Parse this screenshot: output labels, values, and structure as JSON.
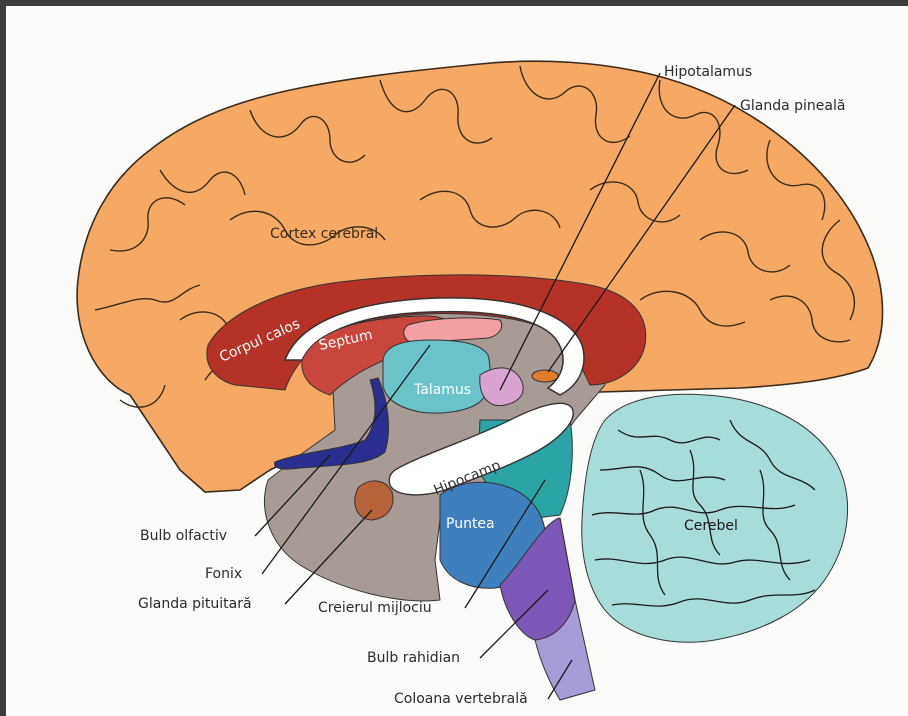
{
  "diagram": {
    "colors": {
      "cortex": "#f6a964",
      "corpus": "#b53326",
      "septum": "#c8463b",
      "gray": "#a89a94",
      "thalamus": "#69c3c9",
      "hypothalamus": "#d9a3d0",
      "pons": "#3e7fbe",
      "midbrain": "#2aa4a4",
      "medulla": "#7d57b8",
      "spinal": "#a79bd8",
      "cerebellum": "#a6dcda",
      "olfactory": "#2b2d8f",
      "pituitary": "#b7643a",
      "pineal": "#e07c28",
      "line": "#1a1a1a"
    },
    "inner_labels": {
      "cortex": "Cortex cerebral",
      "corpus": "Corpul calos",
      "septum": "Septum",
      "thalamus": "Talamus",
      "hippocampus": "Hipocamp",
      "pons": "Puntea",
      "cerebellum": "Cerebel"
    },
    "callouts": {
      "hypothalamus": "Hipotalamus",
      "pineal": "Glanda pineală",
      "olfactory": "Bulb olfactiv",
      "fornix": "Fonix",
      "pituitary": "Glanda pituitară",
      "midbrain": "Creierul mijlociu",
      "medulla": "Bulb rahidian",
      "spinal": "Coloana vertebrală"
    }
  }
}
